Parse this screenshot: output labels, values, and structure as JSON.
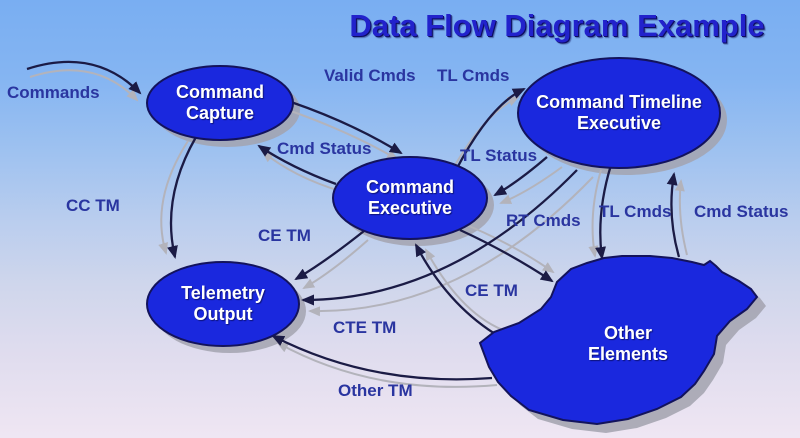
{
  "title": "Data Flow Diagram Example",
  "nodes": {
    "command_capture": {
      "label": "Command\nCapture"
    },
    "command_timeline_executive": {
      "label": "Command Timeline\nExecutive"
    },
    "command_executive": {
      "label": "Command\nExecutive"
    },
    "telemetry_output": {
      "label": "Telemetry\nOutput"
    },
    "other_elements": {
      "label": "Other\nElements"
    }
  },
  "flow_labels": {
    "commands": "Commands",
    "valid_cmds": "Valid Cmds",
    "tl_cmds_top": "TL Cmds",
    "cmd_status_left": "Cmd Status",
    "tl_status": "TL Status",
    "cc_tm": "CC TM",
    "ce_tm_left": "CE TM",
    "rt_cmds": "RT Cmds",
    "tl_cmds_right": "TL Cmds",
    "cmd_status_right": "Cmd Status",
    "ce_tm_right": "CE TM",
    "cte_tm": "CTE TM",
    "other_tm": "Other TM"
  },
  "edges": [
    {
      "from": "external",
      "to": "Command Capture",
      "label": "Commands"
    },
    {
      "from": "Command Capture",
      "to": "Command Executive",
      "label": "Valid Cmds"
    },
    {
      "from": "Command Executive",
      "to": "Command Capture",
      "label": "Cmd Status"
    },
    {
      "from": "Command Executive",
      "to": "Command Timeline Executive",
      "label": "TL Cmds"
    },
    {
      "from": "Command Timeline Executive",
      "to": "Command Executive",
      "label": "TL Status"
    },
    {
      "from": "Command Capture",
      "to": "Telemetry Output",
      "label": "CC TM"
    },
    {
      "from": "Command Executive",
      "to": "Telemetry Output",
      "label": "CE TM"
    },
    {
      "from": "Command Timeline Executive",
      "to": "Telemetry Output",
      "label": "CTE TM"
    },
    {
      "from": "Command Executive",
      "to": "Other Elements",
      "label": "RT Cmds"
    },
    {
      "from": "Other Elements",
      "to": "Command Executive",
      "label": "CE TM"
    },
    {
      "from": "Command Timeline Executive",
      "to": "Other Elements",
      "label": "TL Cmds"
    },
    {
      "from": "Other Elements",
      "to": "Command Timeline Executive",
      "label": "Cmd Status"
    },
    {
      "from": "Other Elements",
      "to": "Telemetry Output",
      "label": "Other TM"
    }
  ],
  "colors": {
    "node_fill": "#1a28de",
    "node_outline": "#13135c",
    "arrow_dark": "#1b1b45",
    "arrow_gray": "#b3b3bb",
    "label_text": "#2a35a0",
    "title_text": "#2222cc"
  }
}
